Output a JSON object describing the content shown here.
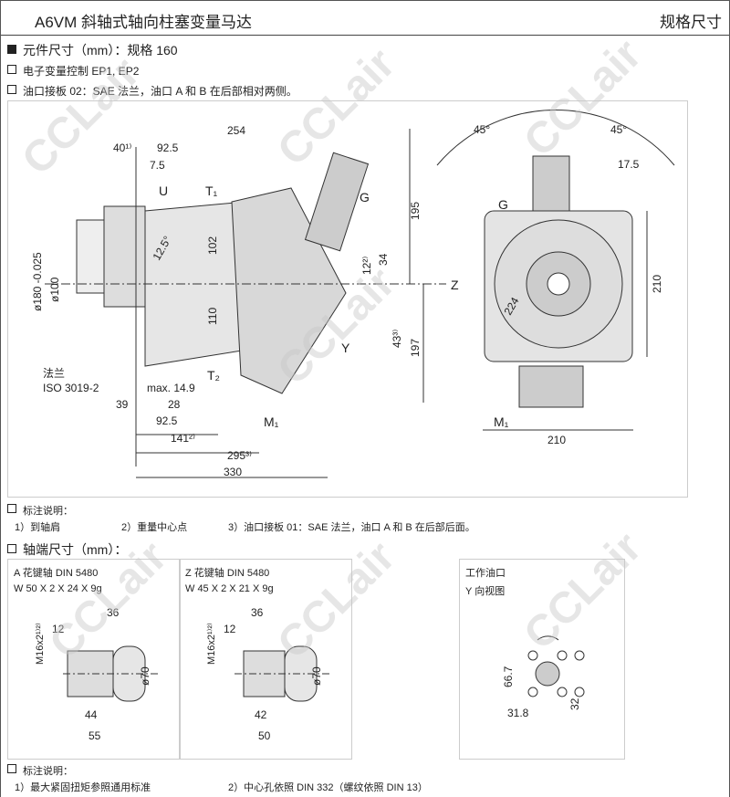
{
  "header": {
    "title": "A6VM 斜轴式轴向柱塞变量马达",
    "right": "规格尺寸"
  },
  "section1": {
    "title": "元件尺寸（mm）：规格 160",
    "item1": "电子变量控制 EP1, EP2",
    "item2": "油口接板 02：SAE 法兰，油口 A 和 B 在后部相对两侧。"
  },
  "drawing": {
    "dims": {
      "d254": "254",
      "d40": "40¹⁾",
      "d92_5": "92.5",
      "d7_5": "7.5",
      "U": "U",
      "T1": "T₁",
      "G": "G",
      "d195": "195",
      "d102": "102",
      "d12": "12²⁾",
      "d34": "34",
      "Z": "Z",
      "d110": "110",
      "d43": "43³⁾",
      "d197": "197",
      "Y": "Y",
      "d180": "ø180 -0.025",
      "d100": "ø100",
      "angle": "12.5°",
      "flange": "法兰",
      "iso": "ISO 3019-2",
      "max": "max. 14.9",
      "T2": "T₂",
      "d39": "39",
      "d28": "28",
      "d92b": "92.5",
      "M1": "M₁",
      "d141": "141²⁾",
      "d295": "295³⁾",
      "d330": "330"
    },
    "front": {
      "a45l": "45°",
      "a45r": "45°",
      "d17_5": "17.5",
      "G": "G",
      "d224": "224",
      "d210v": "210",
      "M1": "M₁",
      "d210h": "210"
    }
  },
  "notes1": {
    "title": "标注说明：",
    "n1": "1）到轴肩",
    "n2": "2）重量中心点",
    "n3": "3）油口接板 01：SAE 法兰，油口 A 和 B 在后部后面。"
  },
  "section2": {
    "title": "轴端尺寸（mm）："
  },
  "shaftA": {
    "t1": "A 花键轴  DIN 5480",
    "t2": "W 50 X 2 X 24 X 9g",
    "d36": "36",
    "d12": "12",
    "m16": "M16x2¹⁾²⁾",
    "d70": "ø70",
    "d44": "44",
    "d55": "55"
  },
  "shaftZ": {
    "t1": "Z 花键轴  DIN 5480",
    "t2": "W 45 X 2 X 21 X 9g",
    "d36": "36",
    "d12": "12",
    "m16": "M16x2¹⁾²⁾",
    "d70": "ø70",
    "d42": "42",
    "d50": "50"
  },
  "port": {
    "t1": "工作油口",
    "t2": "Y 向视图",
    "d66": "66.7",
    "d32": "32",
    "d31": "31.8"
  },
  "notes2": {
    "title": "标注说明：",
    "n1": "1）最大紧固扭矩参照通用标准",
    "n2": "2）中心孔依照 DIN 332（螺纹依照 DIN 13）"
  },
  "watermark": "CCLair"
}
